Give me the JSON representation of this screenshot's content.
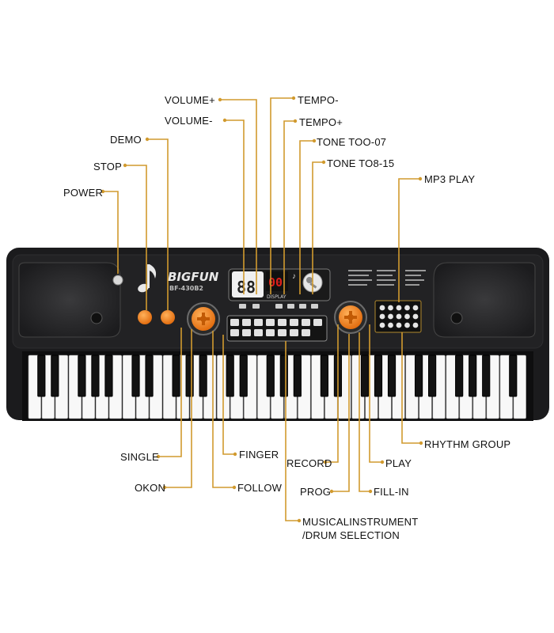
{
  "product": {
    "brand": "BIGFUN",
    "model": "BF-430B2",
    "display_digits": "88",
    "display_led": "00",
    "display_caption": "DISPLAY"
  },
  "labels": {
    "volume_up": "VOLUME+",
    "volume_down": "VOLUME-",
    "tempo_down": "TEMPO-",
    "tempo_up": "TEMPO+",
    "tone_00_07": "TONE TOO-07",
    "tone_08_15": "TONE TO8-15",
    "demo": "DEMO",
    "stop": "STOP",
    "power": "POWER",
    "mp3_play": "MP3 PLAY",
    "single": "SINGLE",
    "finger": "FINGER",
    "okon": "OKON",
    "follow": "FOLLOW",
    "record": "RECORD",
    "play": "PLAY",
    "prog": "PROG",
    "fill_in": "FILL-IN",
    "rhythm_group": "RHYTHM GROUP",
    "musical_instrument": "MUSICALINSTRUMENT /DRUM SELECTION"
  },
  "colors": {
    "leader_line": "#d19a2e",
    "keyboard_body": "#1b1b1d",
    "accent_orange": "#f07d12",
    "led_red": "#e0201a"
  }
}
